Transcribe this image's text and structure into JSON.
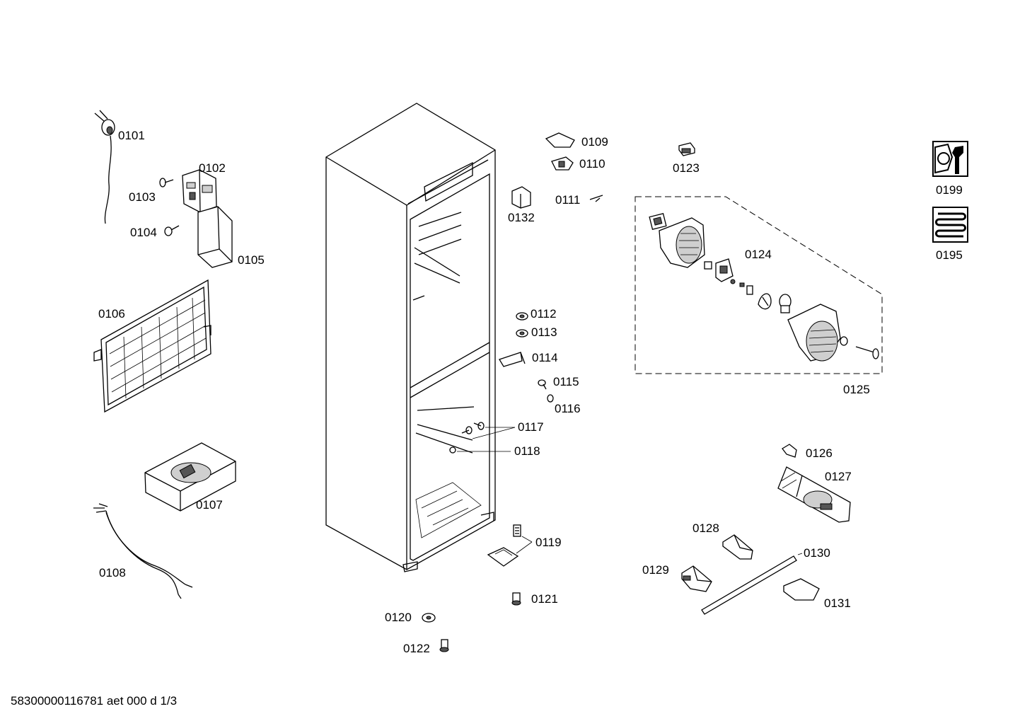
{
  "parts": [
    {
      "id": "p0101",
      "label": "0101"
    },
    {
      "id": "p0102",
      "label": "0102"
    },
    {
      "id": "p0103",
      "label": "0103"
    },
    {
      "id": "p0104",
      "label": "0104"
    },
    {
      "id": "p0105",
      "label": "0105"
    },
    {
      "id": "p0106",
      "label": "0106"
    },
    {
      "id": "p0107",
      "label": "0107"
    },
    {
      "id": "p0108",
      "label": "0108"
    },
    {
      "id": "p0109",
      "label": "0109"
    },
    {
      "id": "p0110",
      "label": "0110"
    },
    {
      "id": "p0111",
      "label": "0111"
    },
    {
      "id": "p0112",
      "label": "0112"
    },
    {
      "id": "p0113",
      "label": "0113"
    },
    {
      "id": "p0114",
      "label": "0114"
    },
    {
      "id": "p0115",
      "label": "0115"
    },
    {
      "id": "p0116",
      "label": "0116"
    },
    {
      "id": "p0117",
      "label": "0117"
    },
    {
      "id": "p0118",
      "label": "0118"
    },
    {
      "id": "p0119",
      "label": "0119"
    },
    {
      "id": "p0120",
      "label": "0120"
    },
    {
      "id": "p0121",
      "label": "0121"
    },
    {
      "id": "p0122",
      "label": "0122"
    },
    {
      "id": "p0123",
      "label": "0123"
    },
    {
      "id": "p0124",
      "label": "0124"
    },
    {
      "id": "p0125",
      "label": "0125"
    },
    {
      "id": "p0126",
      "label": "0126"
    },
    {
      "id": "p0127",
      "label": "0127"
    },
    {
      "id": "p0128",
      "label": "0128"
    },
    {
      "id": "p0129",
      "label": "0129"
    },
    {
      "id": "p0130",
      "label": "0130"
    },
    {
      "id": "p0131",
      "label": "0131"
    },
    {
      "id": "p0132",
      "label": "0132"
    },
    {
      "id": "p0195",
      "label": "0195"
    },
    {
      "id": "p0199",
      "label": "0199"
    }
  ],
  "icons": {
    "service_set": "service-tools-icon",
    "heating_element": "heating-element-icon"
  },
  "footer": "58300000116781 aet 000 d 1/3"
}
